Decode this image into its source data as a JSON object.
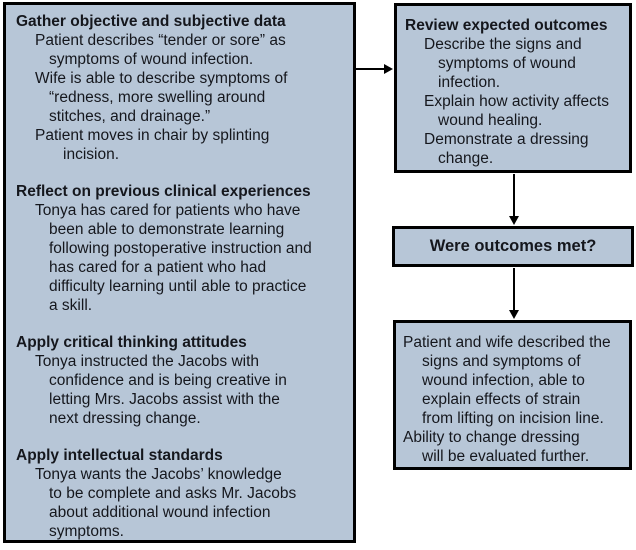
{
  "palette": {
    "box_fill": "#b7c6d7",
    "box_border": "#000000",
    "text_color": "#15171d",
    "page_bg": "#ffffff"
  },
  "left_panel": {
    "sections": [
      {
        "title": "Gather objective and subjective data",
        "lines": [
          {
            "t": "Patient describes “tender or sore” as",
            "i": 1
          },
          {
            "t": "symptoms of wound infection.",
            "i": 2
          },
          {
            "t": "Wife is able to describe symptoms of",
            "i": 1
          },
          {
            "t": "“redness, more swelling around",
            "i": 2
          },
          {
            "t": "stitches, and drainage.”",
            "i": 2
          },
          {
            "t": "Patient moves in chair by splinting",
            "i": 1
          },
          {
            "t": "incision.",
            "i": 3
          }
        ]
      },
      {
        "title": "Reflect on previous clinical experiences",
        "lines": [
          {
            "t": "Tonya has cared for patients who have",
            "i": 1
          },
          {
            "t": "been able to demonstrate learning",
            "i": 2
          },
          {
            "t": "following postoperative instruction and",
            "i": 2
          },
          {
            "t": "has cared for a patient who had",
            "i": 2
          },
          {
            "t": "difficulty learning until able to practice",
            "i": 2
          },
          {
            "t": "a skill.",
            "i": 2
          }
        ]
      },
      {
        "title": "Apply critical thinking attitudes",
        "lines": [
          {
            "t": "Tonya instructed the Jacobs with",
            "i": 1
          },
          {
            "t": "confidence and is being creative in",
            "i": 2
          },
          {
            "t": "letting Mrs. Jacobs assist with the",
            "i": 2
          },
          {
            "t": "next dressing change.",
            "i": 2
          }
        ]
      },
      {
        "title": "Apply intellectual standards",
        "lines": [
          {
            "t": "Tonya wants the Jacobs’ knowledge",
            "i": 1
          },
          {
            "t": "to be complete and asks Mr. Jacobs",
            "i": 2
          },
          {
            "t": "about additional wound infection",
            "i": 2
          },
          {
            "t": "symptoms.",
            "i": 2
          }
        ]
      }
    ]
  },
  "outcomes_box": {
    "title": "Review expected outcomes",
    "lines": [
      {
        "t": "Describe the signs and",
        "i": 1
      },
      {
        "t": "symptoms of wound",
        "i": 2
      },
      {
        "t": "infection.",
        "i": 2
      },
      {
        "t": "Explain how activity affects",
        "i": 1
      },
      {
        "t": "wound healing.",
        "i": 2
      },
      {
        "t": "Demonstrate a dressing",
        "i": 1
      },
      {
        "t": "change.",
        "i": 2
      }
    ]
  },
  "question_box": {
    "label": "Were outcomes met?"
  },
  "evaluation_box": {
    "lines": [
      {
        "t": "Patient and wife described the",
        "i": 0
      },
      {
        "t": "signs and symptoms of",
        "i": 1
      },
      {
        "t": "wound infection, able to",
        "i": 1
      },
      {
        "t": "explain effects of strain",
        "i": 1
      },
      {
        "t": "from lifting on incision line.",
        "i": 1
      },
      {
        "t": "Ability to change dressing",
        "i": 0
      },
      {
        "t": "will be evaluated further.",
        "i": 1
      }
    ]
  }
}
